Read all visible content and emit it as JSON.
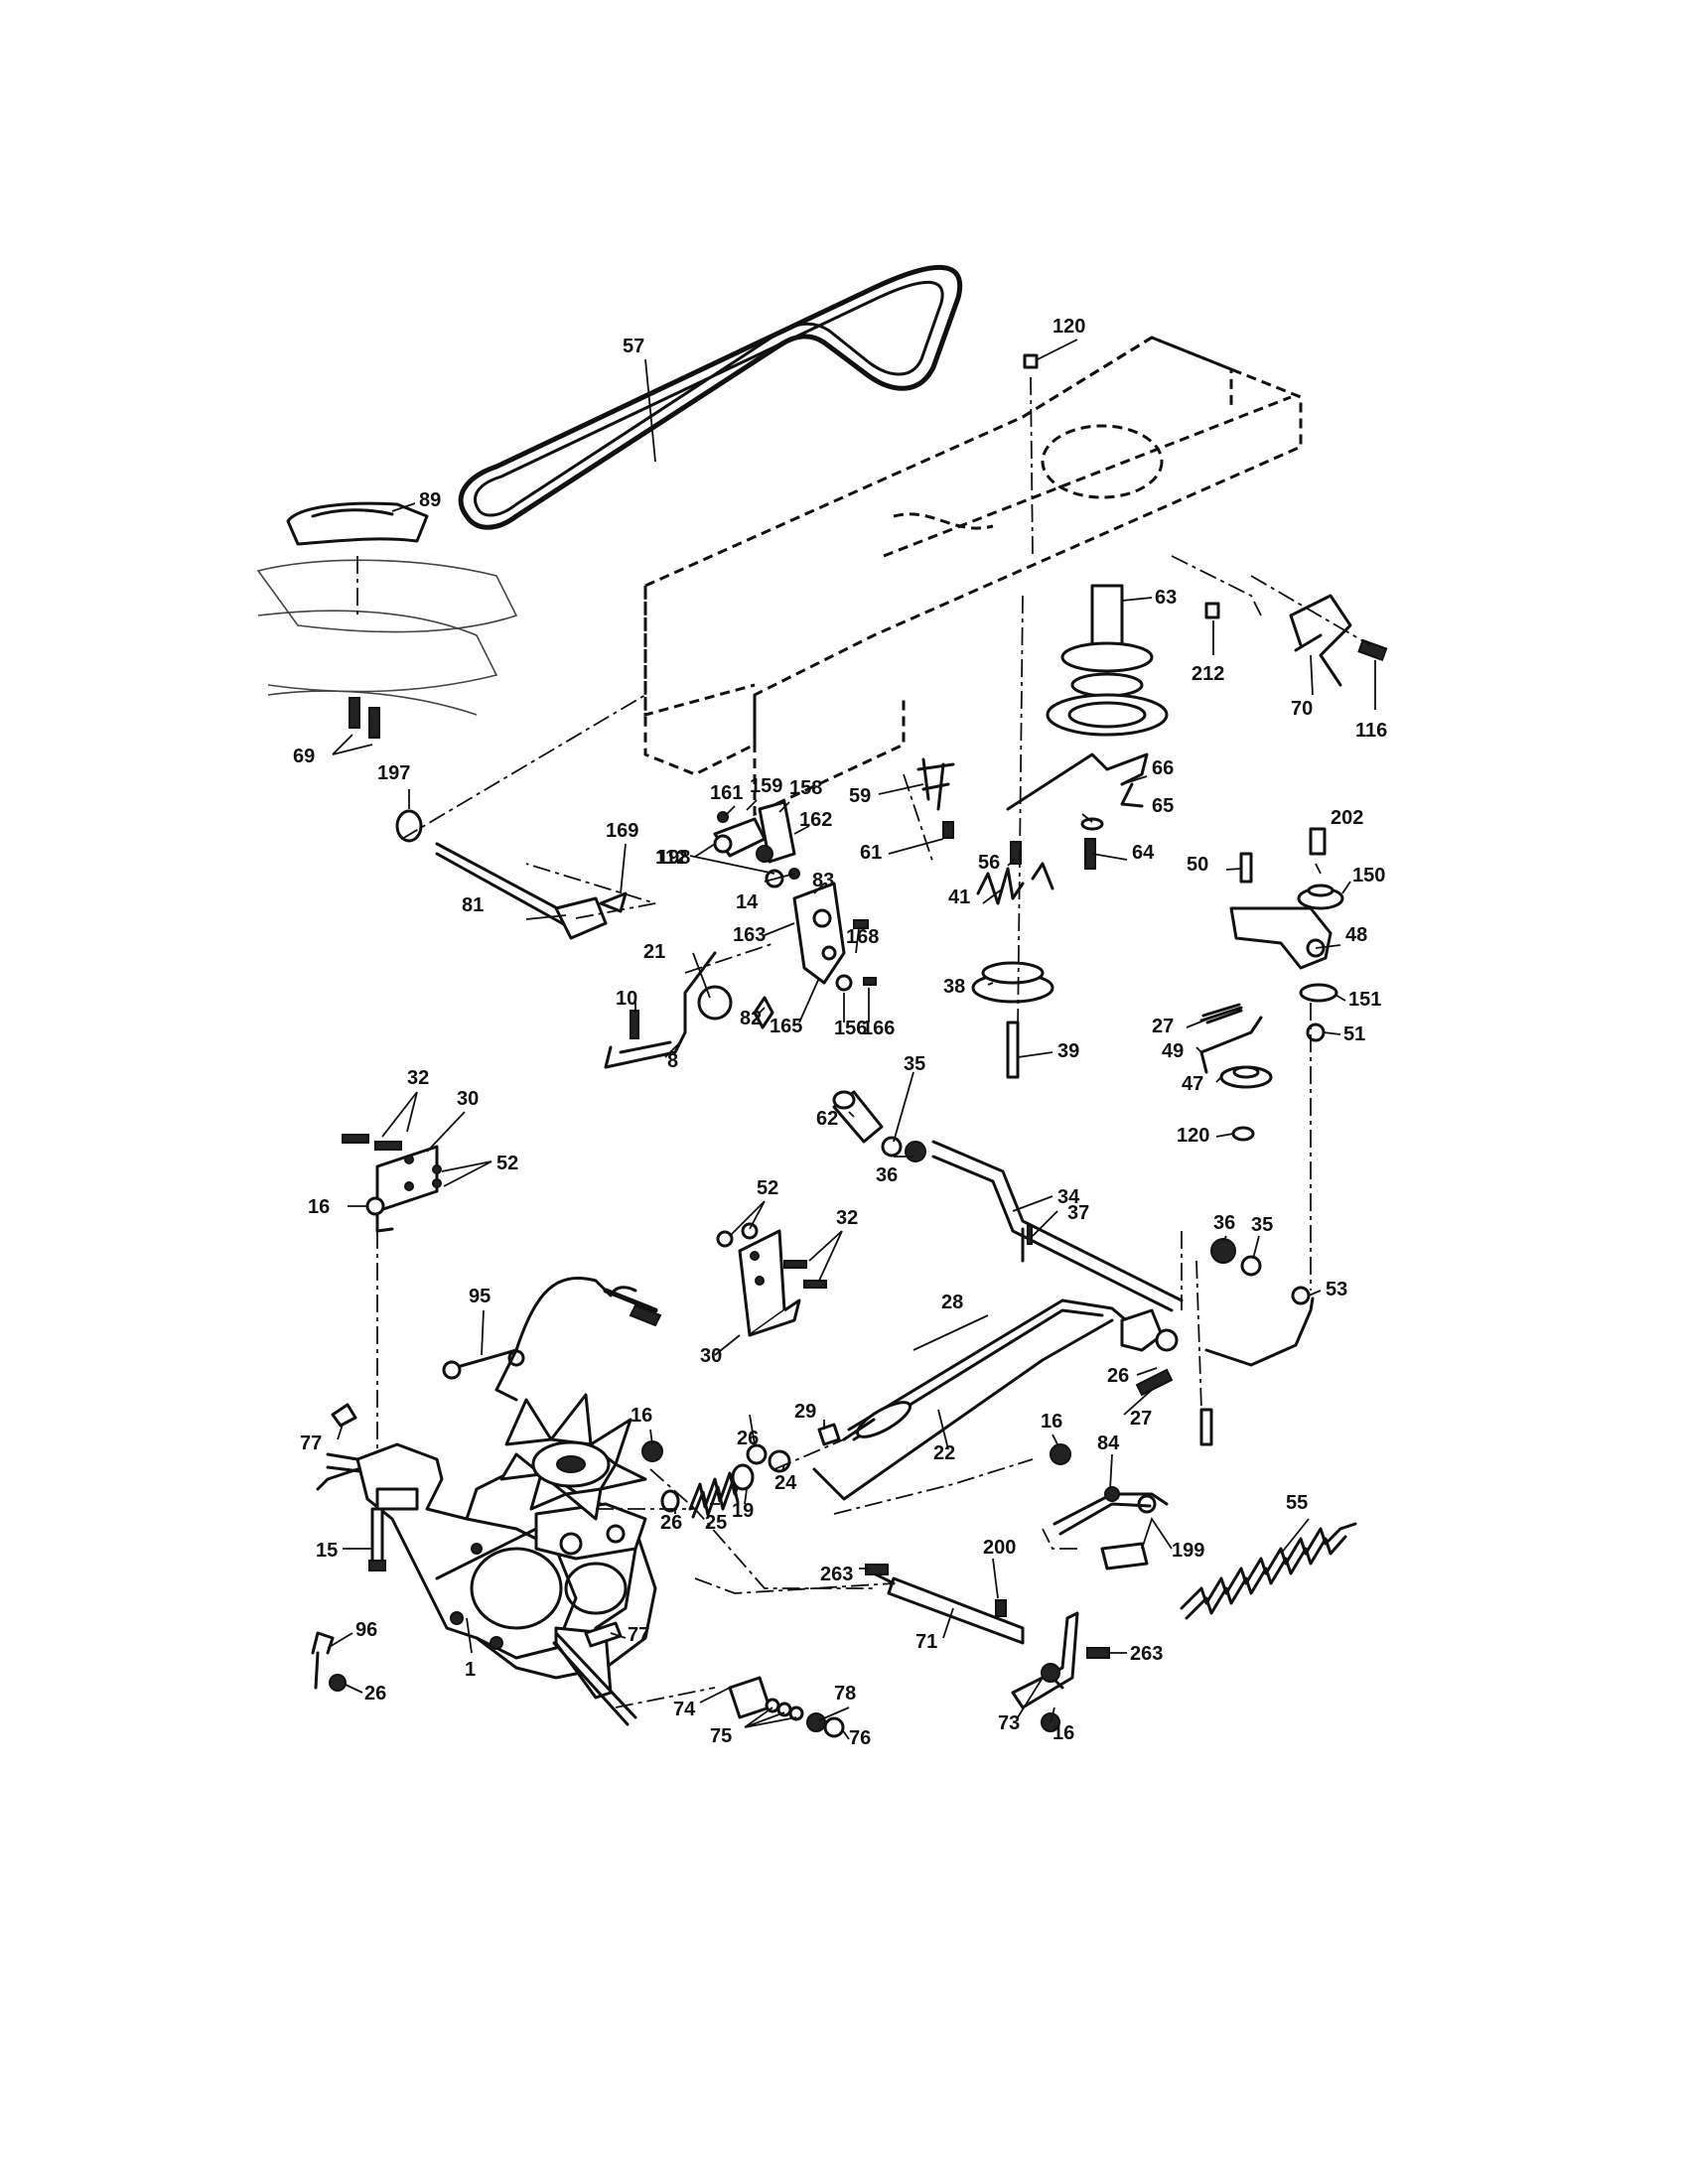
{
  "callouts": [
    "57",
    "120",
    "89",
    "63",
    "212",
    "70",
    "116",
    "69",
    "197",
    "59",
    "66",
    "161",
    "159",
    "158",
    "169",
    "198",
    "162",
    "65",
    "61",
    "202",
    "56",
    "64",
    "50",
    "150",
    "81",
    "112",
    "14",
    "83",
    "41",
    "48",
    "163",
    "168",
    "21",
    "38",
    "39",
    "27",
    "151",
    "82",
    "165",
    "156",
    "166",
    "51",
    "10",
    "49",
    "47",
    "8",
    "120",
    "32",
    "30",
    "52",
    "35",
    "16",
    "62",
    "36",
    "34",
    "37",
    "52",
    "32",
    "36",
    "35",
    "53",
    "95",
    "30",
    "28",
    "26",
    "26",
    "27",
    "29",
    "22",
    "16",
    "84",
    "77",
    "16",
    "19",
    "24",
    "25",
    "26",
    "55",
    "15",
    "199",
    "200",
    "263",
    "77",
    "263",
    "71",
    "96",
    "26",
    "1",
    "78",
    "74",
    "75",
    "76",
    "73",
    "16"
  ],
  "colors": {
    "ink": "#111111",
    "background": "#ffffff"
  }
}
